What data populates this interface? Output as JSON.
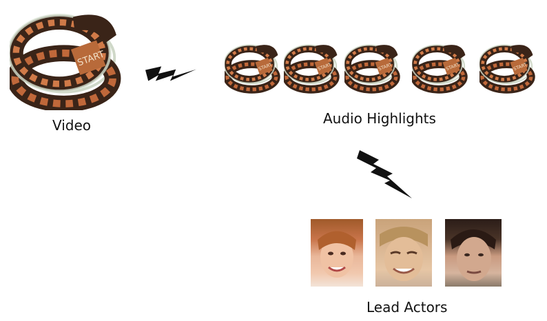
{
  "labels": {
    "video": "Video",
    "audio": "Audio Highlights",
    "actors": "Lead Actors"
  },
  "icons": {
    "video_reel": "film-reel-icon",
    "highlight_reel": "film-reel-icon",
    "arrow": "lightning-bolt-arrow-icon",
    "face": "actor-face-thumbnail"
  },
  "reel_sign_text": "START",
  "colors": {
    "film_dark": "#3a2418",
    "film_frame": "#c0683a",
    "film_edge": "#cfd8c8",
    "bolt": "#111111"
  }
}
